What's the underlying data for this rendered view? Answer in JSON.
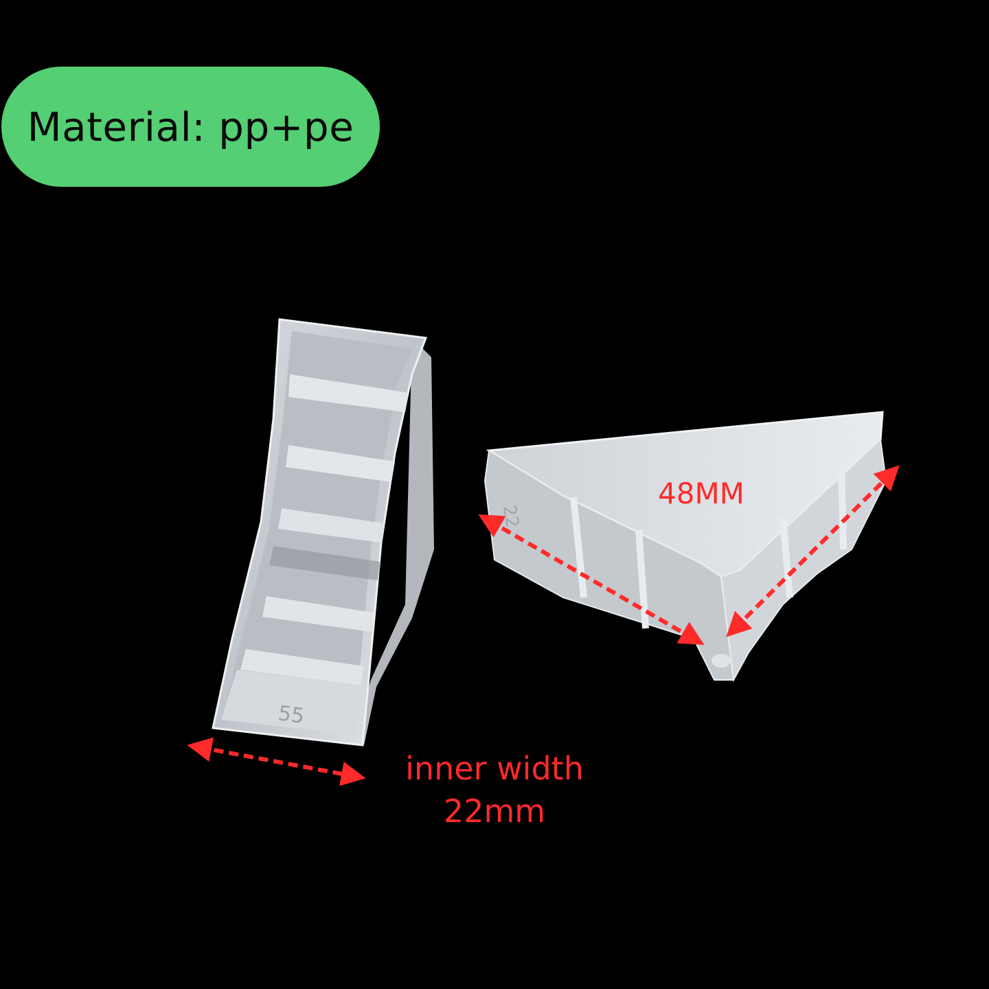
{
  "badge": {
    "text": "Material: pp+pe",
    "color": "#55CF73"
  },
  "annotations": {
    "length_label": "48MM",
    "inner_width_line1": "inner width",
    "inner_width_line2": "22mm",
    "arrow_color": "#ff2a2a"
  },
  "product": {
    "left_piece_mark": "55",
    "right_piece_mark": "22"
  }
}
